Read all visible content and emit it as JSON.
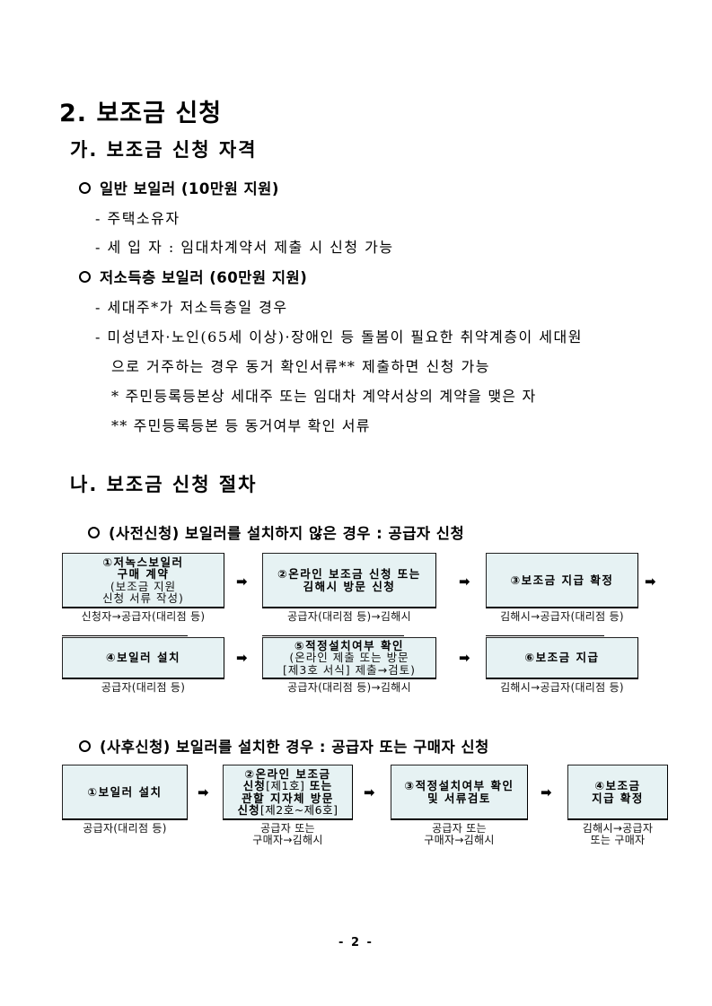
{
  "section": {
    "title": "2. 보조금 신청"
  },
  "eligibility": {
    "title": "가. 보조금 신청 자격",
    "general": {
      "heading": "일반 보일러 (10만원 지원)",
      "items": [
        "- 주택소유자",
        "- 세 입 자 : 임대차계약서 제출 시 신청 가능"
      ]
    },
    "low_income": {
      "heading": "저소득층 보일러 (60만원 지원)",
      "items": [
        "- 세대주*가 저소득층일 경우",
        "- 미성년자·노인(65세 이상)·장애인 등 돌봄이 필요한 취약계층이 세대원",
        "으로 거주하는 경우 동거 확인서류** 제출하면 신청 가능"
      ],
      "notes": [
        "* 주민등록등본상 세대주 또는 임대차 계약서상의 계약을 맺은 자",
        "** 주민등록등본 등 동거여부 확인 서류"
      ]
    }
  },
  "procedure": {
    "title": "나. 보조금 신청 절차",
    "pre": {
      "heading": "(사전신청) 보일러를 설치하지 않은 경우 : 공급자 신청",
      "steps": [
        {
          "title": "①저녹스보일러",
          "title2": "구매 계약",
          "sub1": "(보조금 지원",
          "sub2": "신청 서류 작성)",
          "caption": "신청자→공급자(대리점 등)"
        },
        {
          "title": "②온라인 보조금 신청 또는",
          "title2": "김해시 방문 신청",
          "caption": "공급자(대리점 등)→김해시"
        },
        {
          "title": "③보조금 지급 확정",
          "caption": "김해시→공급자(대리점 등)"
        },
        {
          "title": "④보일러 설치",
          "caption": "공급자(대리점 등)"
        },
        {
          "title": "⑤적정설치여부 확인",
          "sub1": "(온라인 제출 또는 방문",
          "sub2": "[제3호 서식] 제출→검토)",
          "caption": "공급자(대리점 등)→김해시"
        },
        {
          "title": "⑥보조금 지급",
          "caption": "김해시→공급자(대리점 등)"
        }
      ],
      "arrow": "➡"
    },
    "post": {
      "heading": "(사후신청) 보일러를 설치한 경우 : 공급자 또는 구매자 신청",
      "steps": [
        {
          "title": "①보일러 설치",
          "caption": "공급자(대리점 등)"
        },
        {
          "line1": "②온라인 보조금",
          "line2_bold": "신청",
          "line2_norm": "[제1호]",
          "line2_bold2": " 또는",
          "line3": "관할 지자체 방문",
          "line4_bold": "신청",
          "line4_norm": "[제2호~제6호]",
          "caption1": "공급자 또는",
          "caption2": "구매자→김해시"
        },
        {
          "title": "③적정설치여부 확인",
          "title2": "및 서류검토",
          "caption1": "공급자 또는",
          "caption2": "구매자→김해시"
        },
        {
          "title": "④보조금",
          "title2": "지급 확정",
          "caption1": "김해시→공급자",
          "caption2": "또는 구매자"
        }
      ],
      "arrow": "➡"
    }
  },
  "footer": {
    "page_number": "- 2 -"
  }
}
